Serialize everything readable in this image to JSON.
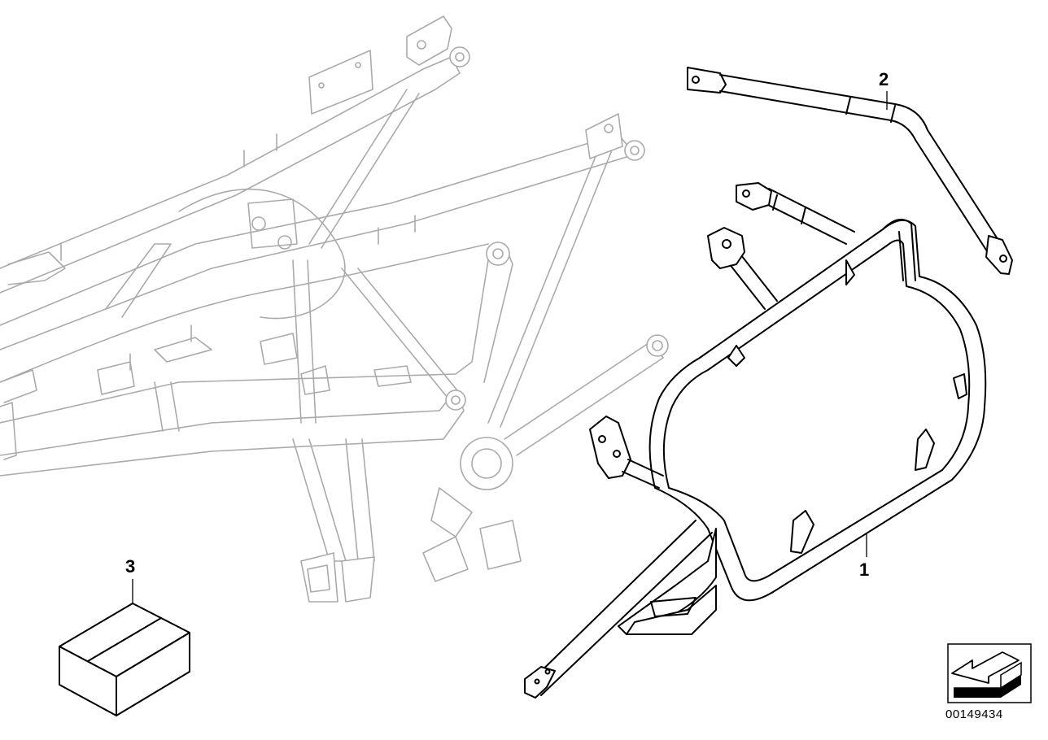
{
  "callouts": {
    "part_1": "1",
    "part_2": "2",
    "part_3": "3"
  },
  "document_id": "00149434",
  "colors": {
    "line": "#000000",
    "ghost_line": "#aaaaaa",
    "background": "#ffffff"
  },
  "icons": {
    "kit": "box-icon",
    "orientation": "direction-arrow-icon"
  }
}
